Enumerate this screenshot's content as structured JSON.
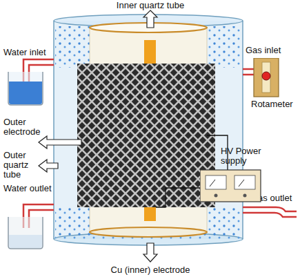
{
  "diagram": {
    "nodes": [
      {
        "text": [
          "Rotameter"
        ]
      },
      {
        "text": [
          "HV Power supply"
        ]
      }
    ],
    "labels": [
      "Inner quartz tube",
      "Water inlet",
      "Gas inlet",
      "Outer electrode",
      "Outer quartz tube",
      "Water outlet",
      "Gas outlet",
      "Cu (inner) electrode"
    ]
  }
}
